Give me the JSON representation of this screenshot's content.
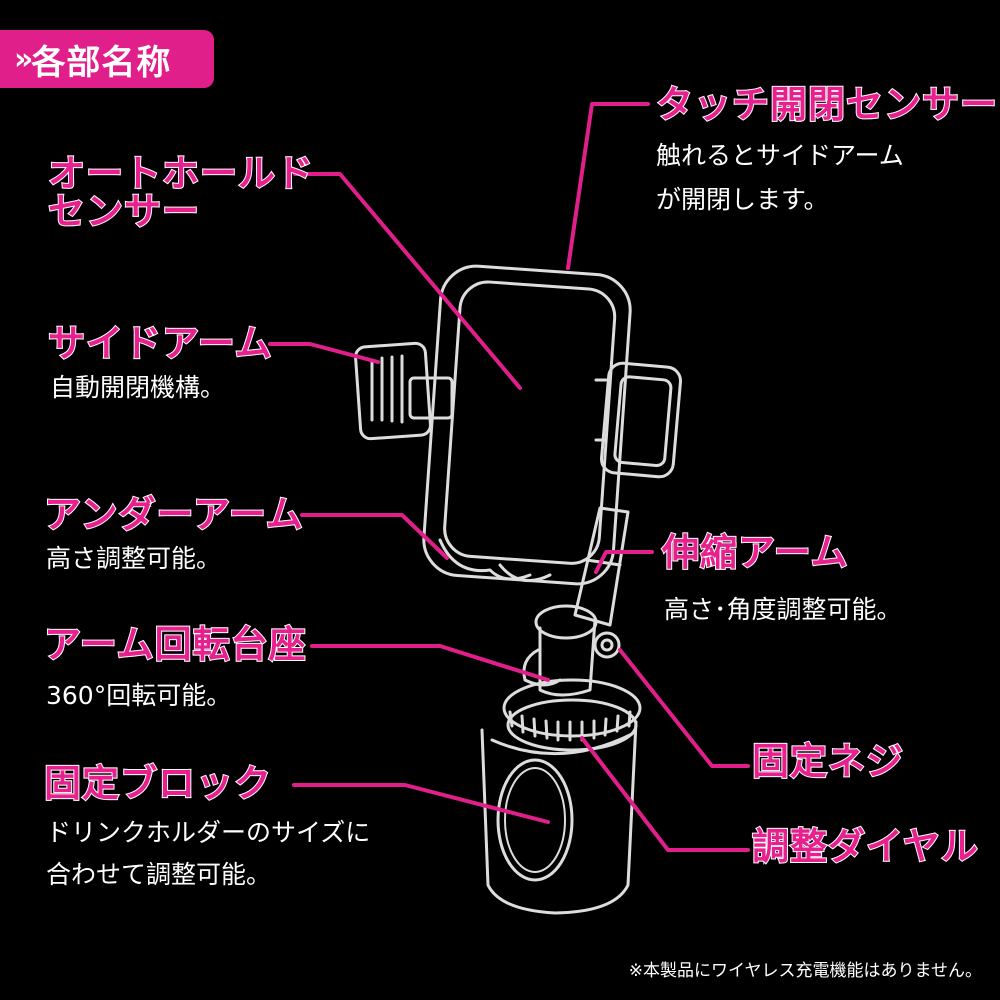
{
  "header": {
    "chevron": "»",
    "title": "各部名称"
  },
  "labels": {
    "touch_sensor": {
      "title": "タッチ開閉センサー",
      "desc1": "触れるとサイドアーム",
      "desc2": "が開閉します。"
    },
    "auto_hold": {
      "title1": "オートホールド",
      "title2": "センサー"
    },
    "side_arm": {
      "title": "サイドアーム",
      "desc": "自動開閉機構。"
    },
    "under_arm": {
      "title": "アンダーアーム",
      "desc": "高さ調整可能。"
    },
    "telescopic_arm": {
      "title": "伸縮アーム",
      "desc": "高さ･角度調整可能。"
    },
    "arm_base": {
      "title": "アーム回転台座",
      "desc": "360°回転可能。"
    },
    "fixing_screw": {
      "title": "固定ネジ"
    },
    "fixing_block": {
      "title": "固定ブロック",
      "desc1": "ドリンクホルダーのサイズに",
      "desc2": "合わせて調整可能。"
    },
    "adjust_dial": {
      "title": "調整ダイヤル"
    }
  },
  "footer_note": "※本製品にワイヤレス充電機能はありません。",
  "colors": {
    "accent": "#e01f8a",
    "background": "#000000",
    "outline": "#ffffff"
  }
}
